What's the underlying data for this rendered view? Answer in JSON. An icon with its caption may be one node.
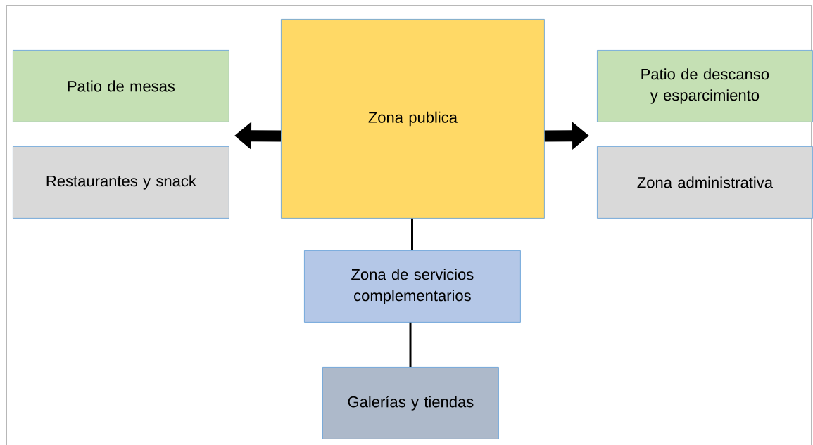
{
  "diagram": {
    "nodes": [
      {
        "text": [
          "Zona publica"
        ]
      },
      {
        "text": [
          "Patio de mesas"
        ]
      },
      {
        "text": [
          "Restaurantes y snack"
        ]
      },
      {
        "text": [
          "Patio de descanso y esparcimiento"
        ]
      },
      {
        "text": [
          "Zona administrativa"
        ]
      },
      {
        "text": [
          "Zona de servicios complementarios"
        ]
      },
      {
        "text": [
          "Galerías y tiendas"
        ]
      }
    ],
    "edges": [
      {
        "from": 0,
        "to": null,
        "arrow": "to",
        "style": "thick"
      },
      {
        "from": 0,
        "to": null,
        "arrow": "to",
        "style": "thick"
      },
      {
        "from": 0,
        "to": 5,
        "arrow": "none"
      },
      {
        "from": 5,
        "to": 6,
        "arrow": "none"
      }
    ]
  }
}
